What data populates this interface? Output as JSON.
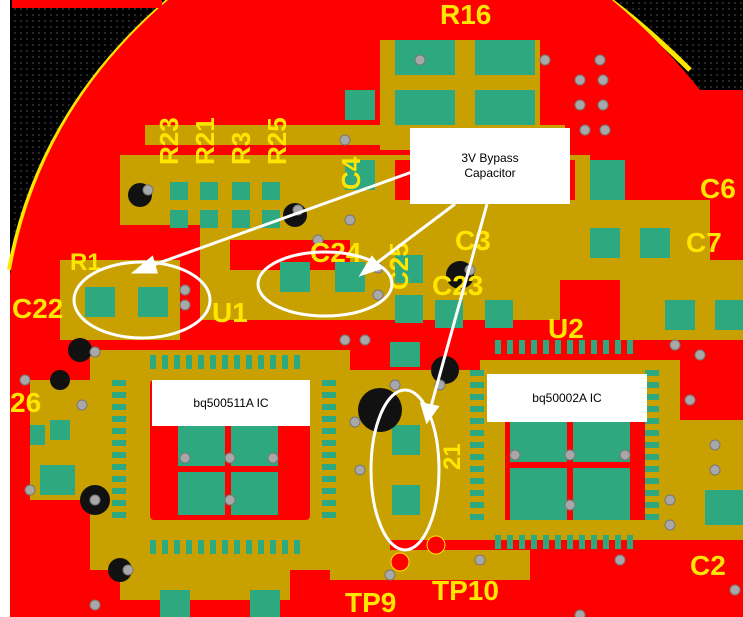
{
  "callouts": {
    "bypass_capacitor": "3V Bypass\nCapacitor",
    "ic_left": "bq500511A IC",
    "ic_right": "bq50002A IC"
  },
  "silkscreen": {
    "r16": "R16",
    "r23": "R23",
    "r21": "R21",
    "r3": "R3",
    "r25": "R25",
    "c4": "C4",
    "c24": "C24",
    "c25": "C25",
    "c3": "C3",
    "c23": "C23",
    "c22": "C22",
    "r1x": "R1",
    "u1": "U1",
    "u2": "U2",
    "c7": "C7",
    "c6": "C6",
    "c21": "21",
    "r26": "26",
    "tp9": "TP9",
    "tp10": "TP10",
    "c2x": "C2"
  },
  "colors": {
    "copper": "#ff0000",
    "trace": "#c8a000",
    "pad": "#2ea87e",
    "via": "#a0a0a0",
    "silkscreen": "#ffe600",
    "mask_black": "#111111"
  }
}
